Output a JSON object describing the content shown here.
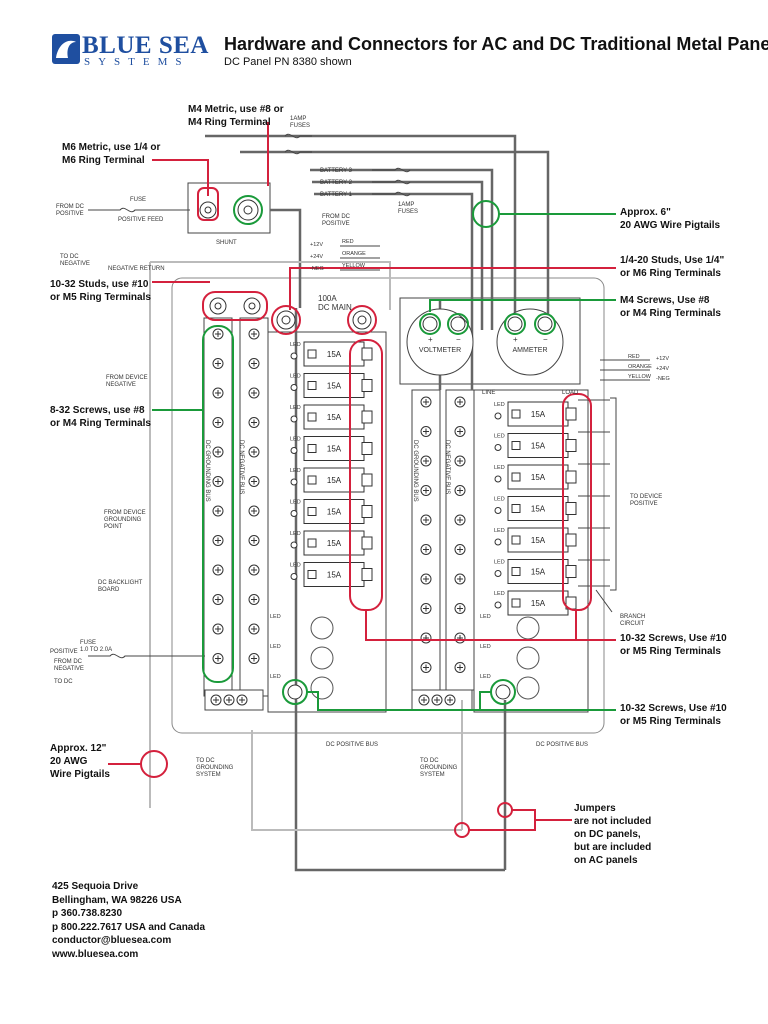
{
  "brand": {
    "name": "BLUE SEA",
    "tagline": "SYSTEMS"
  },
  "header": {
    "title": "Hardware and Connectors for AC and DC Traditional Metal Panels",
    "subtitle": "DC Panel PN 8380 shown"
  },
  "callouts": {
    "m4_metric": [
      "M4 Metric, use #8 or",
      "M4 Ring Terminal"
    ],
    "m6_metric": [
      "M6 Metric, use 1/4 or",
      "M6 Ring Terminal"
    ],
    "approx_6": [
      "Approx. 6\"",
      "20 AWG Wire Pigtails"
    ],
    "studs_1420": [
      "1/4-20 Studs, Use 1/4\"",
      "or M6 Ring Terminals"
    ],
    "studs_1032": [
      "10-32 Studs, use #10",
      "or M5 Ring Terminals"
    ],
    "m4_screws": [
      "M4 Screws, Use #8",
      "or M4 Ring Terminals"
    ],
    "screws_832": [
      "8-32 Screws, use #8",
      "or M4 Ring Terminals"
    ],
    "screws_1032_a": [
      "10-32 Screws, Use #10",
      "or M5 Ring Terminals"
    ],
    "screws_1032_b": [
      "10-32 Screws, Use #10",
      "or M5 Ring Terminals"
    ],
    "approx_12": [
      "Approx. 12\"",
      "20 AWG",
      "Wire Pigtails"
    ],
    "jumpers": [
      "Jumpers",
      "are not included",
      "on DC panels,",
      "but are included",
      "on AC panels"
    ]
  },
  "labels": {
    "amp_fuses": [
      "1AMP",
      "FUSES"
    ],
    "from_dc_positive": [
      "FROM DC",
      "POSITIVE"
    ],
    "fuse": "FUSE",
    "positive_feed": "POSITIVE FEED",
    "shunt": "SHUNT",
    "battery3": "BATTERY 3",
    "battery2": "BATTERY 2",
    "battery1": "BATTERY 1",
    "from_dc_positive2": [
      "FROM DC",
      "POSITIVE"
    ],
    "amp_fuses2": [
      "1AMP",
      "FUSES"
    ],
    "to_dc_negative": [
      "TO DC",
      "NEGATIVE"
    ],
    "negative_return": "NEGATIVE  RETURN",
    "volt_wires": [
      "+12V",
      "+24V",
      "-NEG"
    ],
    "volt_colors": [
      "RED",
      "ORANGE",
      "YELLOW"
    ],
    "dc_main": [
      "100A",
      "DC MAIN"
    ],
    "voltmeter": "VOLTMETER",
    "ammeter": "AMMETER",
    "from_device_negative": [
      "FROM DEVICE",
      "NEGATIVE"
    ],
    "from_device_grounding": [
      "FROM DEVICE",
      "GROUNDING",
      "POINT"
    ],
    "dc_backlight": [
      "DC BACKLIGHT",
      "BOARD"
    ],
    "fuse_range": [
      "FUSE",
      "1.0 TO 2.0A"
    ],
    "positive": "POSITIVE",
    "from_dc_negative": [
      "FROM DC",
      "NEGATIVE"
    ],
    "to_dc": "TO DC",
    "to_device_positive": [
      "TO DEVICE",
      "POSITIVE"
    ],
    "branch_circuit": [
      "BRANCH",
      "CIRCUIT"
    ],
    "dc_positive_bus": "DC POSITIVE BUS",
    "to_dc_grounding": [
      "TO DC",
      "GROUNDING",
      "SYSTEM"
    ],
    "dc_grounding_bus": "DC GROUNDING BUS",
    "dc_negative_bus": "DC NEGATIVE BUS",
    "led": "LED",
    "breaker": "15A",
    "line": "LINE",
    "load": "LOAD",
    "plus": "+",
    "minus": "−"
  },
  "contact": {
    "street": "425 Sequoia Drive",
    "city": "Bellingham, WA 98226 USA",
    "phone": "p 360.738.8230",
    "tollfree": "p 800.222.7617 USA and Canada",
    "email": "conductor@bluesea.com",
    "web": "www.bluesea.com"
  },
  "colors": {
    "brand": "#1f4fa0",
    "red_callout": "#d4213d",
    "green_callout": "#1a9a3a",
    "wire_gray": "#555555"
  }
}
